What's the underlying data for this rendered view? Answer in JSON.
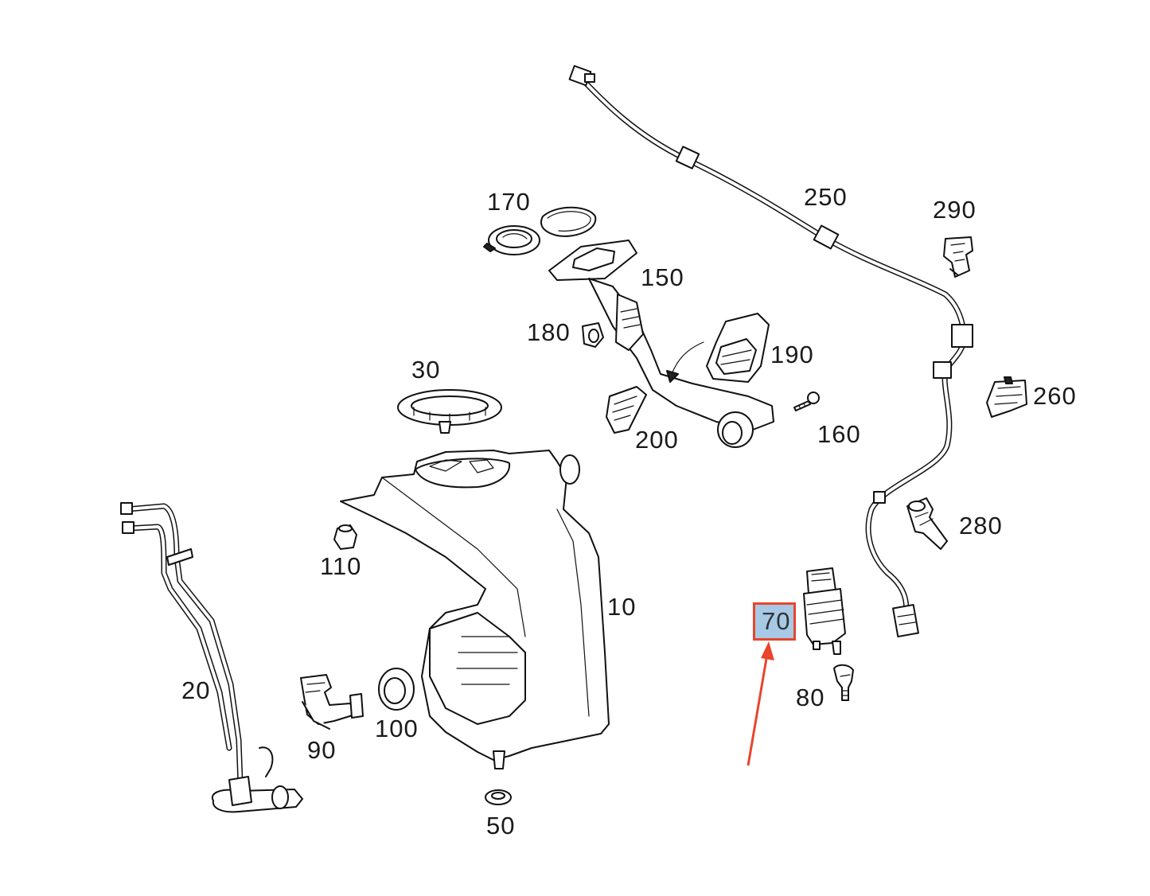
{
  "diagram": {
    "callouts": [
      {
        "id": "p10",
        "text": "10"
      },
      {
        "id": "p20",
        "text": "20"
      },
      {
        "id": "p30",
        "text": "30"
      },
      {
        "id": "p50",
        "text": "50"
      },
      {
        "id": "p70",
        "text": "70",
        "highlighted": true
      },
      {
        "id": "p80",
        "text": "80"
      },
      {
        "id": "p90",
        "text": "90"
      },
      {
        "id": "p100",
        "text": "100"
      },
      {
        "id": "p110",
        "text": "110"
      },
      {
        "id": "p150",
        "text": "150"
      },
      {
        "id": "p160",
        "text": "160"
      },
      {
        "id": "p170",
        "text": "170"
      },
      {
        "id": "p180",
        "text": "180"
      },
      {
        "id": "p190",
        "text": "190"
      },
      {
        "id": "p200",
        "text": "200"
      },
      {
        "id": "p250",
        "text": "250"
      },
      {
        "id": "p260",
        "text": "260"
      },
      {
        "id": "p280",
        "text": "280"
      },
      {
        "id": "p290",
        "text": "290"
      }
    ],
    "colors": {
      "highlight_fill": "#a7c9e6",
      "highlight_border": "#e8452c",
      "arrow": "#e8452c",
      "line_art": "#111111"
    }
  }
}
